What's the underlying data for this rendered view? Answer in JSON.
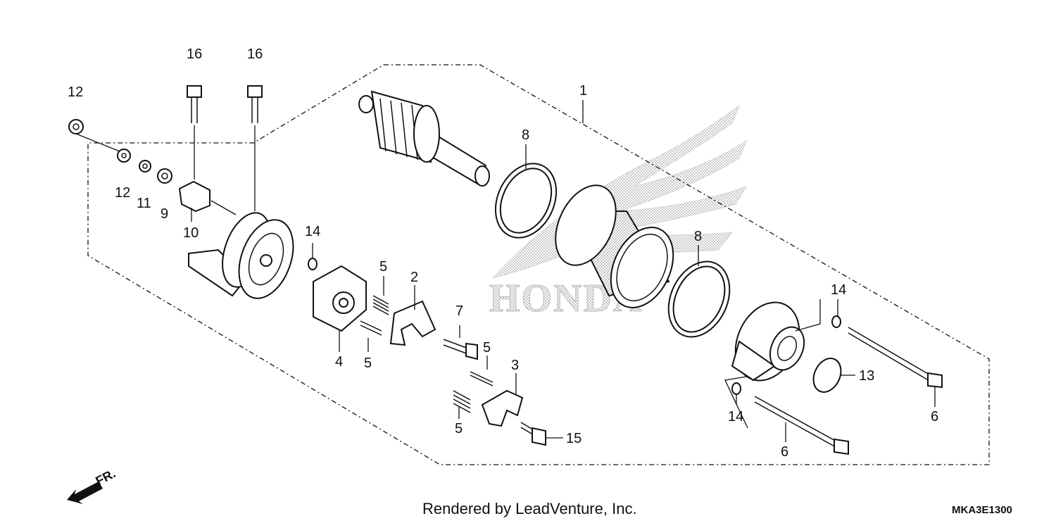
{
  "callouts": {
    "c1": "1",
    "c2": "2",
    "c3": "3",
    "c4": "4",
    "c5a": "5",
    "c5b": "5",
    "c5c": "5",
    "c5d": "5",
    "c6a": "6",
    "c6b": "6",
    "c7": "7",
    "c8a": "8",
    "c8b": "8",
    "c9": "9",
    "c10": "10",
    "c11": "11",
    "c12a": "12",
    "c12b": "12",
    "c13": "13",
    "c14a": "14",
    "c14b": "14",
    "c14c": "14",
    "c15": "15",
    "c16a": "16",
    "c16b": "16"
  },
  "watermark": {
    "text": "HONDA"
  },
  "direction": {
    "text": "FR."
  },
  "footer": {
    "credit": "Rendered by LeadVenture, Inc.",
    "diagram_code": "MKA3E1300"
  },
  "colors": {
    "line": "#111111",
    "watermark": "#bbbbbb",
    "background": "#ffffff"
  }
}
